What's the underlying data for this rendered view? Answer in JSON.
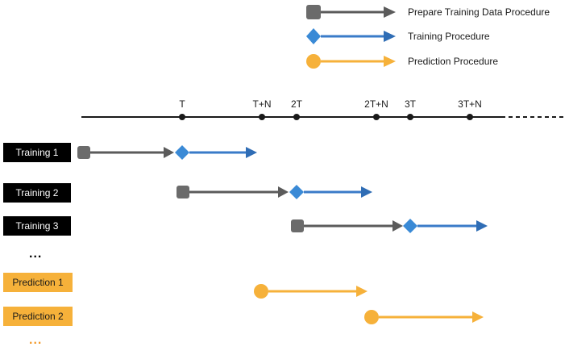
{
  "legend": {
    "prepare": "Prepare Training Data Procedure",
    "training": "Training Procedure",
    "prediction": "Prediction Procedure"
  },
  "timeline": {
    "ticks": [
      "T",
      "T+N",
      "2T",
      "2T+N",
      "3T",
      "3T+N"
    ]
  },
  "rows": {
    "training_1": "Training 1",
    "training_2": "Training 2",
    "training_3": "Training 3",
    "training_more": "...",
    "prediction_1": "Prediction 1",
    "prediction_2": "Prediction 2",
    "prediction_more": "..."
  },
  "colors": {
    "prepare": "#5b5b5b",
    "training": "#3a7bc8",
    "prediction": "#f6b13a",
    "axis": "#1a1a1a"
  }
}
